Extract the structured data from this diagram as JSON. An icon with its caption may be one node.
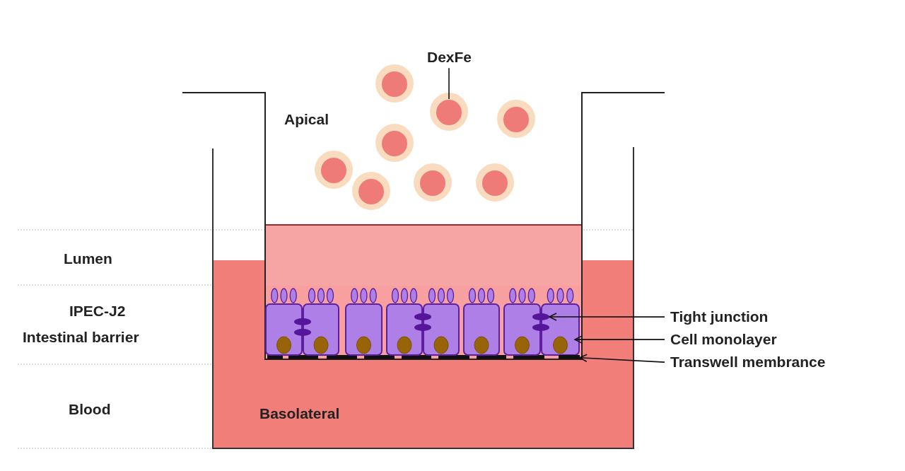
{
  "diagram": {
    "nodes": [
      {
        "text": [
          "DexFe"
        ]
      },
      {
        "text": [],
        "shape": "circle"
      },
      {
        "text": [
          "Tight junction"
        ]
      },
      {
        "text": [],
        "shape": "ellipse",
        "in": 5
      },
      {
        "text": [
          "Cell monolayer"
        ]
      },
      {
        "text": [],
        "shape": "box"
      },
      {
        "text": [
          "Transwell membrance"
        ]
      },
      {
        "text": [],
        "shape": "bar"
      }
    ],
    "edges": [
      {
        "from": 0,
        "to": 1,
        "arrow": "none"
      },
      {
        "from": 2,
        "to": 3,
        "arrow": "to"
      },
      {
        "from": 4,
        "to": 5,
        "arrow": "to"
      },
      {
        "from": 6,
        "to": 7,
        "arrow": "to"
      }
    ],
    "labels": [
      "Apical",
      "Lumen",
      "IPEC-J2",
      "Intestinal barrier",
      "Blood",
      "Basolateral"
    ]
  }
}
